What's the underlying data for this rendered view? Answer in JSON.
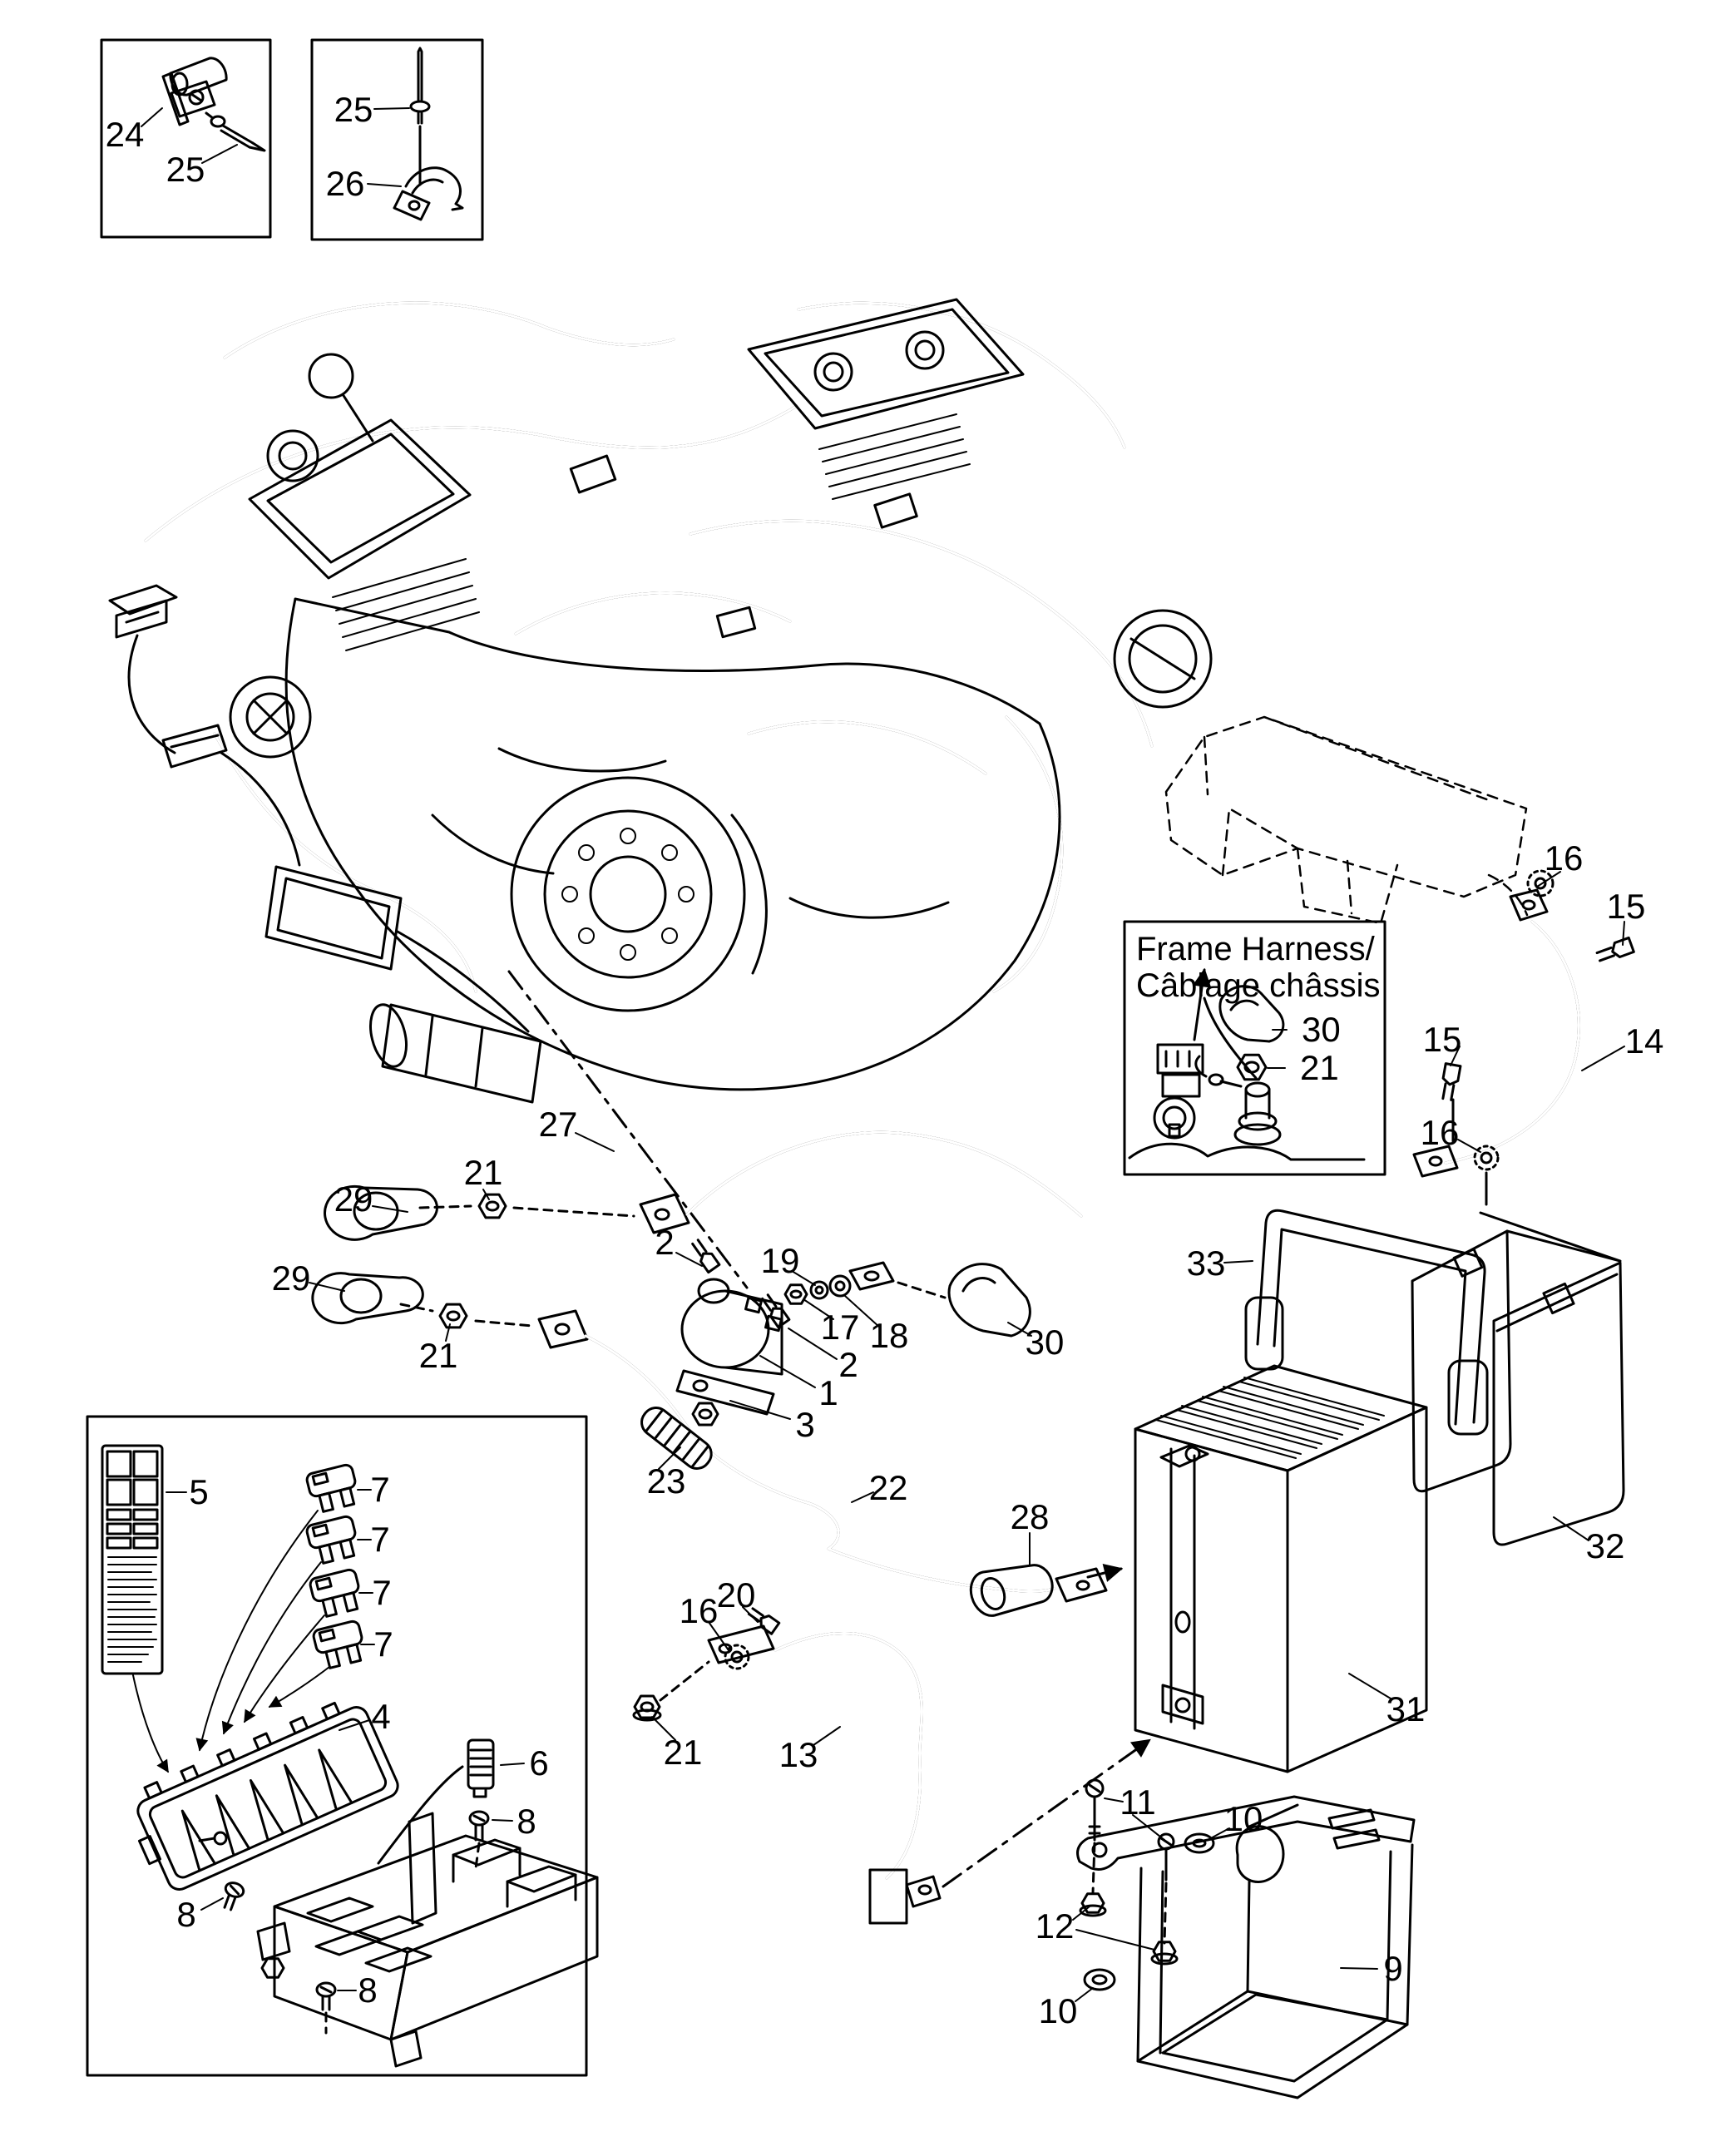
{
  "page": {
    "background": "#ffffff",
    "ink": "#000000"
  },
  "frame_harness_box": {
    "title_line1": "Frame Harness/",
    "title_line2": "Câblage châssis"
  },
  "callouts": {
    "c24": "24",
    "c25a": "25",
    "c25b": "25",
    "c26": "26",
    "c16a": "16",
    "c15a": "15",
    "c14": "14",
    "c15b": "15",
    "c16b": "16",
    "fh30": "30",
    "fh21": "21",
    "c27": "27",
    "c29a": "29",
    "c21a": "21",
    "c29b": "29",
    "c21b": "21",
    "c2a": "2",
    "c19": "19",
    "c17": "17",
    "c18": "18",
    "c30b": "30",
    "c2b": "2",
    "c1": "1",
    "c3": "3",
    "c23": "23",
    "c22": "22",
    "c33": "33",
    "c28": "28",
    "c32": "32",
    "c31": "31",
    "c5": "5",
    "c7a": "7",
    "c7b": "7",
    "c7c": "7",
    "c7d": "7",
    "c4": "4",
    "c6": "6",
    "c8a": "8",
    "c8b": "8",
    "c8c": "8",
    "c16c": "16",
    "c20": "20",
    "c21c": "21",
    "c13": "13",
    "c11": "11",
    "c10a": "10",
    "c12": "12",
    "c9": "9",
    "c10b": "10"
  }
}
